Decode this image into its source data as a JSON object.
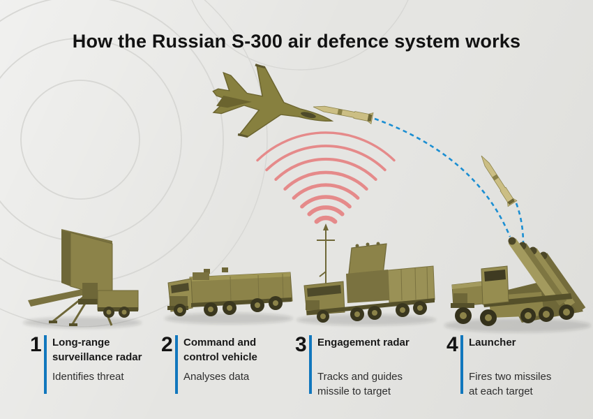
{
  "header": {
    "title": "How the Russian S-300 air defence system works"
  },
  "colors": {
    "accent_blue_bar": "#1177bd",
    "trajectory_dash_blue": "#1b8ed2",
    "radar_wave_red": "#e68181",
    "vehicle_olive": "#8c8349",
    "background_gray": "#e5e5e2",
    "title_text": "#121212"
  },
  "scene": {
    "elements": [
      "fighter-jet-icon",
      "interceptor-missile-icon",
      "second-missile-icon",
      "missile-trajectory-dashes",
      "radar-waves",
      "antenna-mast",
      "surveillance-radar-vehicle-icon",
      "command-vehicle-icon",
      "engagement-radar-vehicle-icon",
      "launcher-vehicle-icon"
    ]
  },
  "steps": [
    {
      "number": "1",
      "title": "Long-range surveillance radar",
      "description": "Identifies threat"
    },
    {
      "number": "2",
      "title": "Command and control vehicle",
      "description": "Analyses data"
    },
    {
      "number": "3",
      "title": "Engagement radar",
      "description": "Tracks and guides missile to target"
    },
    {
      "number": "4",
      "title": "Launcher",
      "description": "Fires two missiles at each target"
    }
  ]
}
